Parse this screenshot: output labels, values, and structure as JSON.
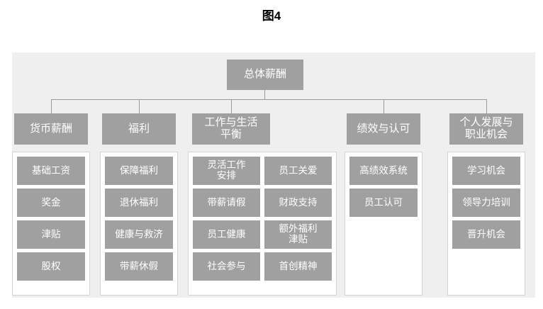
{
  "figure": {
    "title": "图4"
  },
  "colors": {
    "panel_background": "#efefef",
    "node_fill": "#a0a0a0",
    "node_text": "#ffffff",
    "connector": "#9a9a9a",
    "group_border": "#d2d2d2",
    "group_background": "#ffffff",
    "title_text": "#000000"
  },
  "diagram": {
    "type": "hierarchy-tree",
    "root": {
      "label": "总体薪酬"
    },
    "branches": [
      {
        "label": "货币薪酬",
        "columns": [
          {
            "items": [
              {
                "label": "基础工资"
              },
              {
                "label": "奖金"
              },
              {
                "label": "津贴"
              },
              {
                "label": "股权"
              }
            ]
          }
        ]
      },
      {
        "label": "福利",
        "columns": [
          {
            "items": [
              {
                "label": "保障福利"
              },
              {
                "label": "退休福利"
              },
              {
                "label": "健康与救济"
              },
              {
                "label": "带薪休假"
              }
            ]
          }
        ]
      },
      {
        "label": "工作与生活\n平衡",
        "columns": [
          {
            "items": [
              {
                "label": "灵活工作\n安排"
              },
              {
                "label": "带薪请假"
              },
              {
                "label": "员工健康"
              },
              {
                "label": "社会参与"
              }
            ]
          },
          {
            "items": [
              {
                "label": "员工关爱"
              },
              {
                "label": "财政支持"
              },
              {
                "label": "额外福利\n津贴"
              },
              {
                "label": "首创精神"
              }
            ]
          }
        ]
      },
      {
        "label": "绩效与认可",
        "columns": [
          {
            "items": [
              {
                "label": "高绩效系统"
              },
              {
                "label": "员工认可"
              }
            ]
          }
        ]
      },
      {
        "label": "个人发展与\n职业机会",
        "columns": [
          {
            "items": [
              {
                "label": "学习机会"
              },
              {
                "label": "领导力培训"
              },
              {
                "label": "晋升机会"
              }
            ]
          }
        ]
      }
    ]
  }
}
